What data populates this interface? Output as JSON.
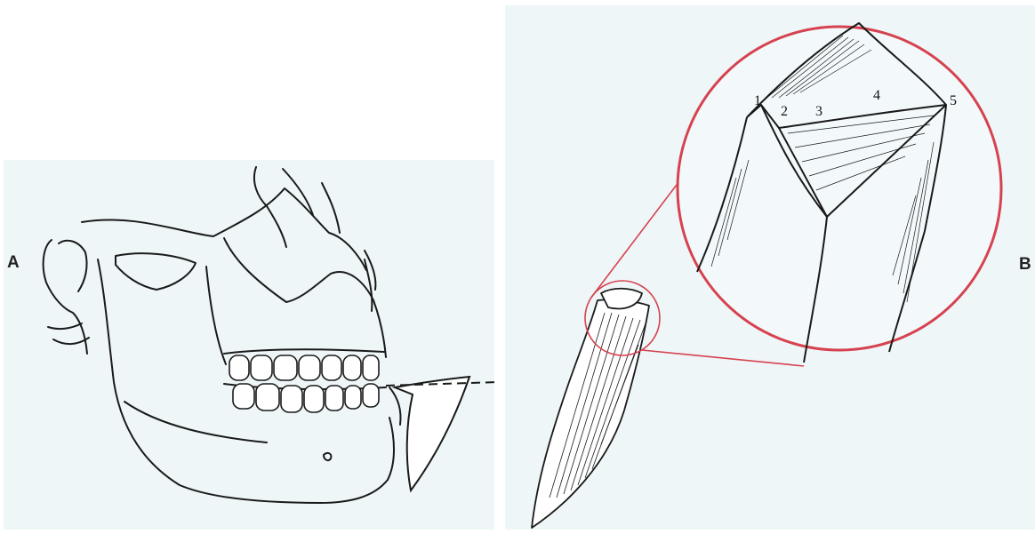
{
  "panels": {
    "a": {
      "label": "A"
    },
    "b": {
      "label": "B"
    }
  },
  "point_labels": [
    "1",
    "2",
    "3",
    "4",
    "5"
  ],
  "colors": {
    "magnifier": "#d6424f",
    "line_art": "#1a1a1a",
    "panel_background": "#eef6f8"
  }
}
